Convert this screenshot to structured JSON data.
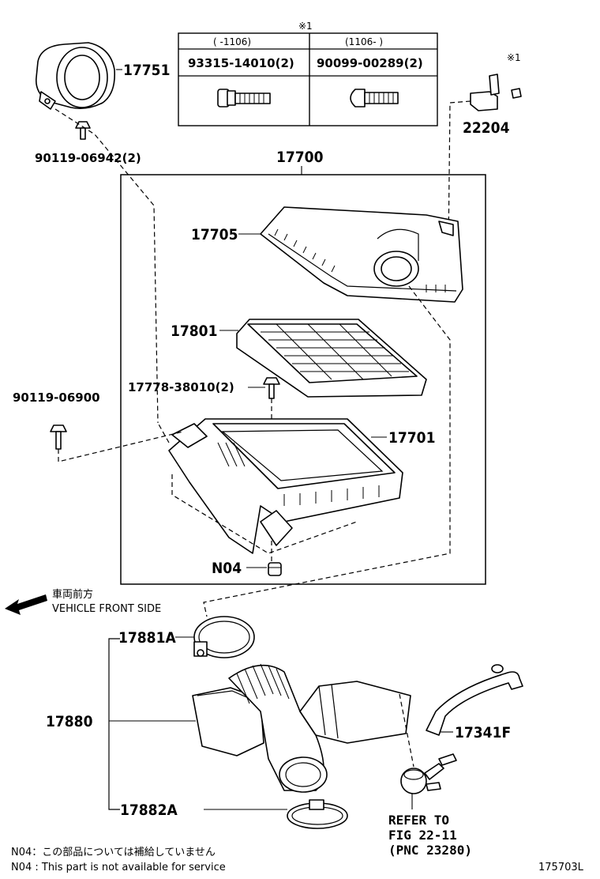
{
  "table": {
    "note_mark": "※1",
    "col1_header": "(      -1106)",
    "col2_header": "(1106-      )",
    "col1_part": "93315-14010(2)",
    "col2_part": "90099-00289(2)"
  },
  "labels": {
    "p17751": "17751",
    "p90119_06942": "90119-06942(2)",
    "p22204": "22204",
    "p22204_mark": "※1",
    "p17700": "17700",
    "p17705": "17705",
    "p17801": "17801",
    "p17778": "17778-38010(2)",
    "p90119_06900": "90119-06900",
    "p17701": "17701",
    "pN04": "N04",
    "p17881A": "17881A",
    "p17880": "17880",
    "p17882A": "17882A",
    "p17341F": "17341F",
    "refer_line1": "REFER TO",
    "refer_line2": "FIG 22-11",
    "refer_line3": "(PNC 23280)"
  },
  "direction": {
    "jp": "車両前方",
    "en": "VEHICLE FRONT SIDE"
  },
  "notes": {
    "jp": "N04：この部品については補給していません",
    "en": "N04 : This part is not available for service"
  },
  "figure_id": "175703L"
}
